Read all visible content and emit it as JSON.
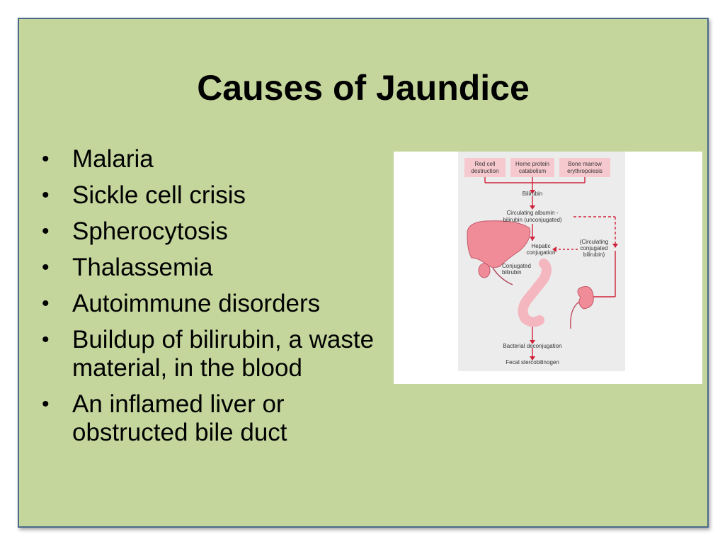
{
  "slide": {
    "title": "Causes of Jaundice",
    "bullets": [
      "Malaria",
      "Sickle cell crisis",
      "Spherocytosis",
      "Thalassemia",
      "Autoimmune disorders",
      "Buildup of bilirubin, a waste material, in the blood",
      "An inflamed liver or obstructed bile duct"
    ]
  },
  "figure": {
    "sources": [
      {
        "line1": "Red cell",
        "line2": "destruction"
      },
      {
        "line1": "Heme protein",
        "line2": "catabolism"
      },
      {
        "line1": "Bone marrow",
        "line2": "erythropoiesis"
      }
    ],
    "bilirubin": "Bilirubin",
    "circulating_line1": "Circulating albumin -",
    "circulating_line2": "bilirubin (unconjugated)",
    "hepatic_line1": "Hepatic",
    "hepatic_line2": "conjugation",
    "circ_conj_line1": "(Circulating",
    "circ_conj_line2": "conjugated",
    "circ_conj_line3": "bilirubin)",
    "conjugated_line1": "Conjugated",
    "conjugated_line2": "bilirubin",
    "bacterial": "Bacterial deconjugation",
    "fecal": "Fecal stercobilinogen",
    "colors": {
      "arrow": "#d0223a",
      "box": "#f6c9cf",
      "organ": "#f08c98",
      "panel": "#ececec"
    }
  }
}
